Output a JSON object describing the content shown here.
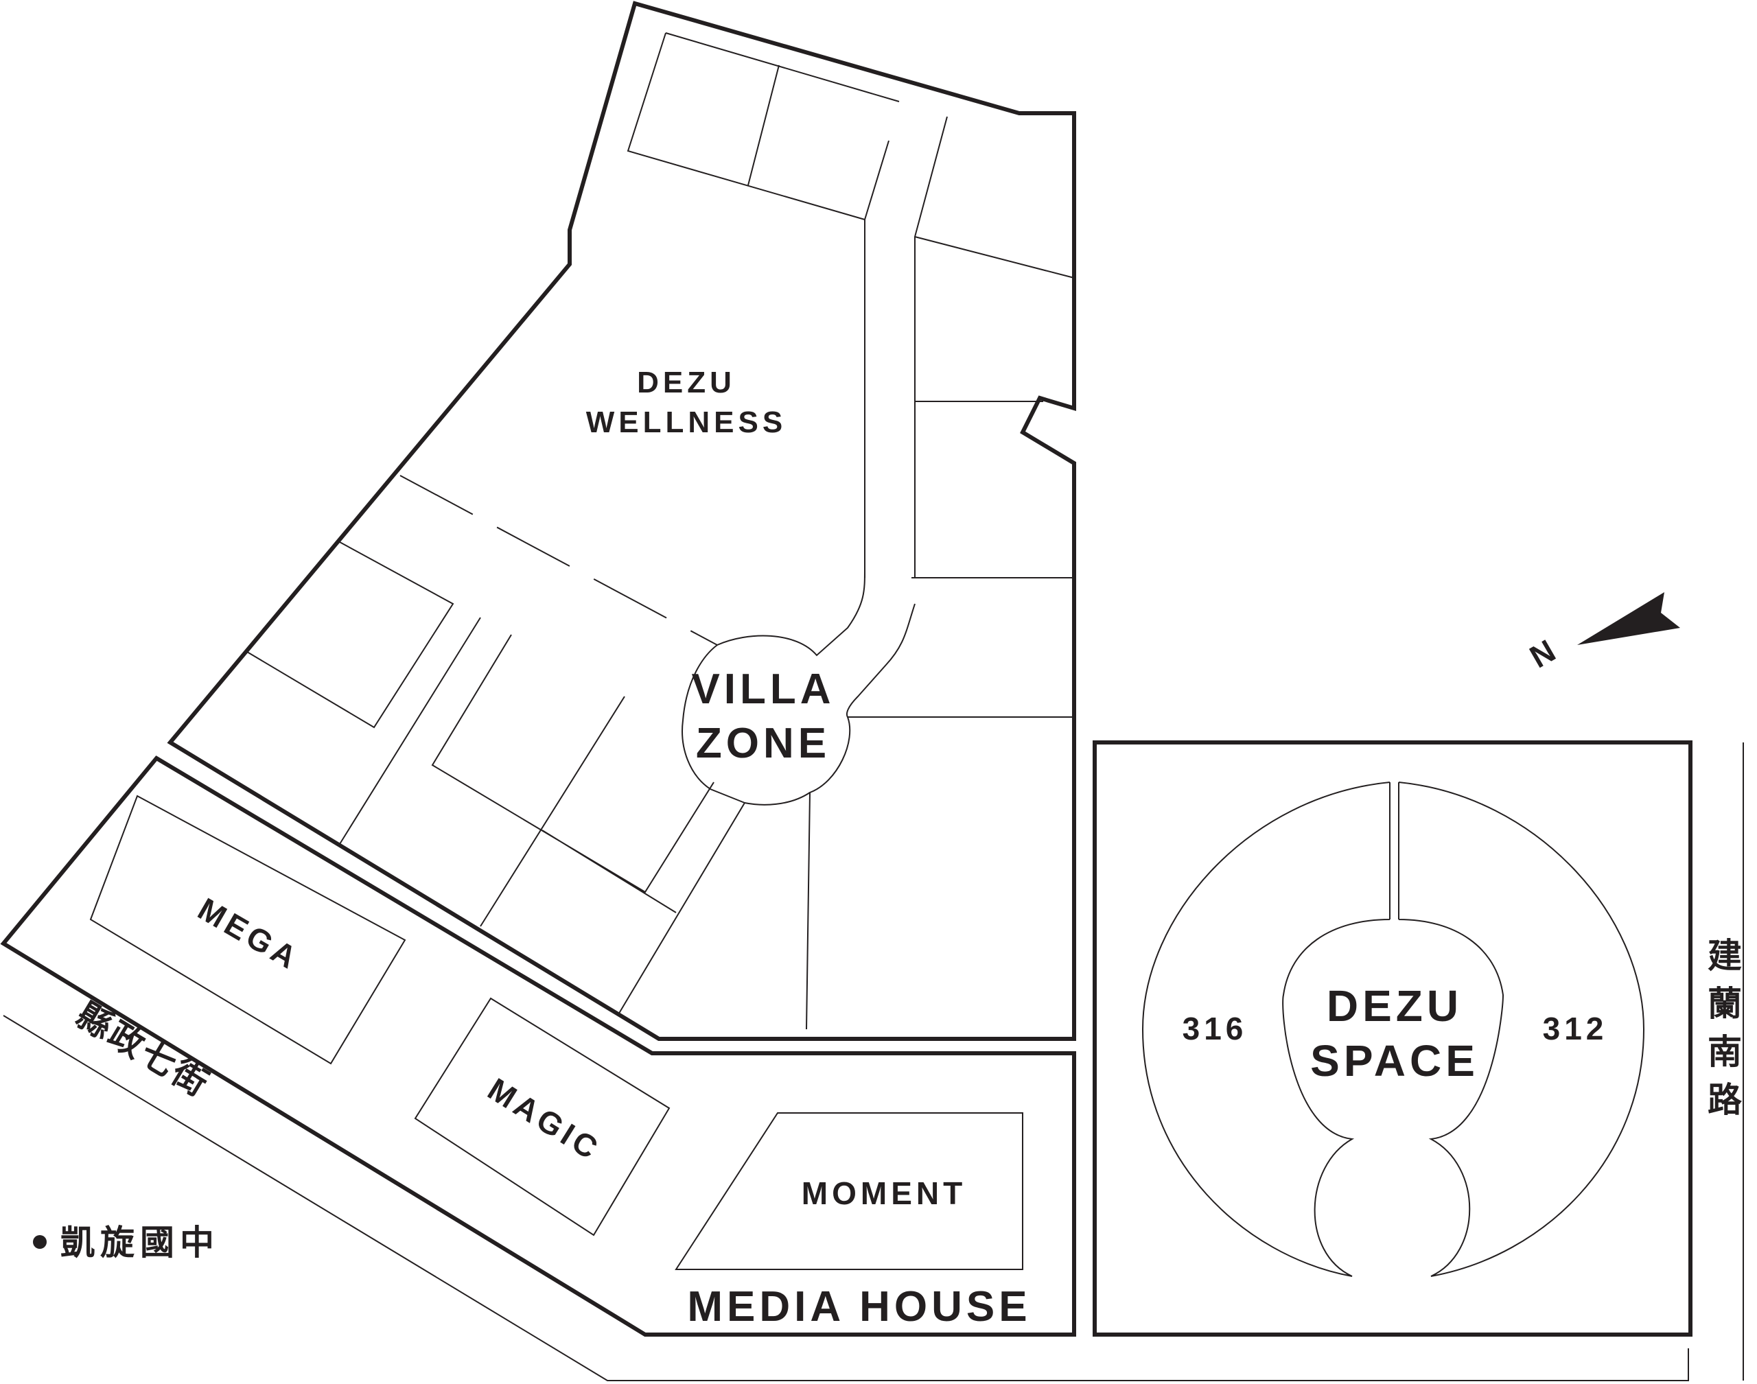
{
  "zones": {
    "wellness": {
      "line1": "DEZU",
      "line2": "WELLNESS"
    },
    "villa": {
      "line1": "VILLA",
      "line2": "ZONE"
    },
    "mega": "MEGA",
    "magic": "MAGIC",
    "moment": "MOMENT",
    "media_house": "MEDIA HOUSE",
    "space": {
      "line1": "DEZU",
      "line2": "SPACE",
      "left_number": "316",
      "right_number": "312"
    }
  },
  "roads": {
    "west_street": "縣政七街",
    "east_road": [
      "建",
      "蘭",
      "南",
      "路"
    ]
  },
  "landmark": {
    "name": "凱旋國中"
  },
  "compass": {
    "label": "N"
  },
  "colors": {
    "ink": "#231f20",
    "background": "#ffffff"
  }
}
